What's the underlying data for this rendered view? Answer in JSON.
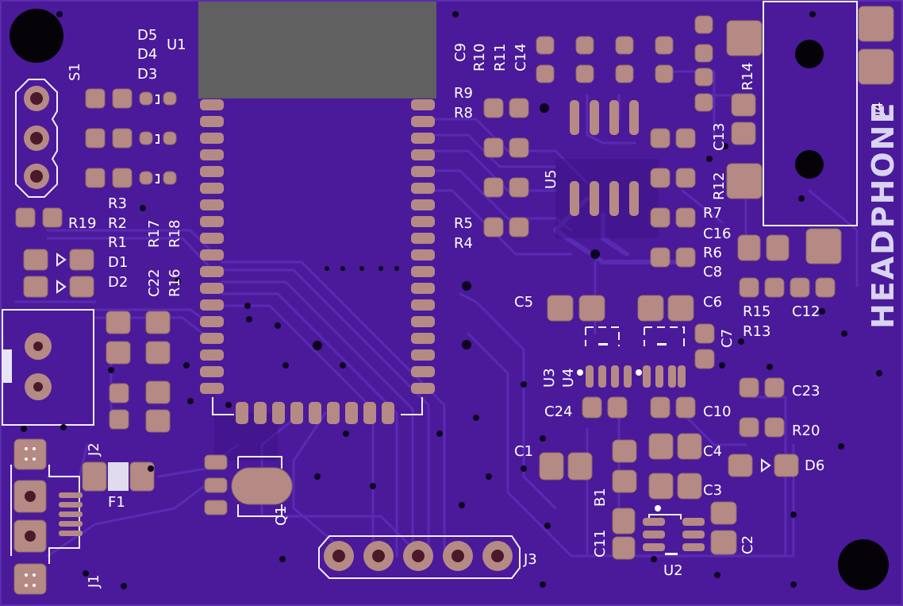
{
  "board": {
    "background": "#4a1a9a",
    "silk_color": "#ffffff",
    "pad_color": "#b58a84",
    "title": "HEADPHONE"
  },
  "labels": {
    "D5": "D5",
    "D4": "D4",
    "D3": "D3",
    "U1": "U1",
    "S1": "S1",
    "C9": "C9",
    "R10": "R10",
    "R11": "R11",
    "C14": "C14",
    "R9": "R9",
    "R8": "R8",
    "R14": "R14",
    "J4": "J4",
    "C13": "C13",
    "R12": "R12",
    "U5": "U5",
    "R5": "R5",
    "R4": "R4",
    "R7": "R7",
    "C16": "C16",
    "R6": "R6",
    "C8": "C8",
    "R3": "R3",
    "R2": "R2",
    "R1": "R1",
    "R19": "R19",
    "R17": "R17",
    "R18": "R18",
    "D1": "D1",
    "D2": "D2",
    "C22": "C22",
    "R16": "R16",
    "C5": "C5",
    "C6": "C6",
    "R15": "R15",
    "R13": "R13",
    "C12": "C12",
    "C7": "C7",
    "U3": "U3",
    "U4": "U4",
    "C24": "C24",
    "C10": "C10",
    "C23": "C23",
    "R20": "R20",
    "C1": "C1",
    "C4": "C4",
    "D6": "D6",
    "C3": "C3",
    "B1": "B1",
    "C11": "C11",
    "C2": "C2",
    "U2": "U2",
    "J2": "J2",
    "F1": "F1",
    "J1": "J1",
    "Q1": "Q1",
    "J3": "J3"
  }
}
